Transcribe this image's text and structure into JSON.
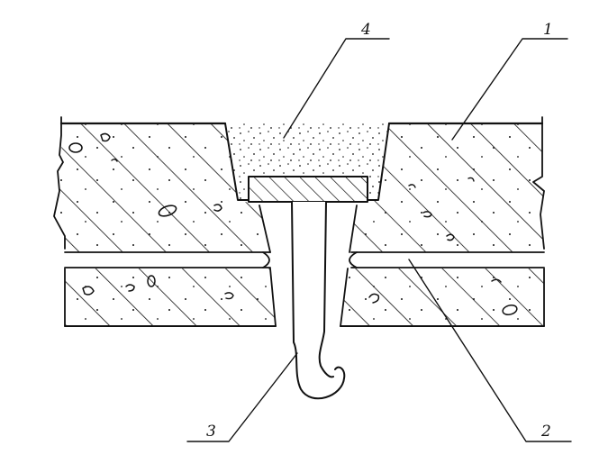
{
  "callouts": [
    {
      "id": "label-1",
      "text": "1"
    },
    {
      "id": "label-2",
      "text": "2"
    },
    {
      "id": "label-3",
      "text": "3"
    },
    {
      "id": "label-4",
      "text": "4"
    }
  ],
  "colors": {
    "ink": "#111111",
    "background": "#ffffff"
  }
}
